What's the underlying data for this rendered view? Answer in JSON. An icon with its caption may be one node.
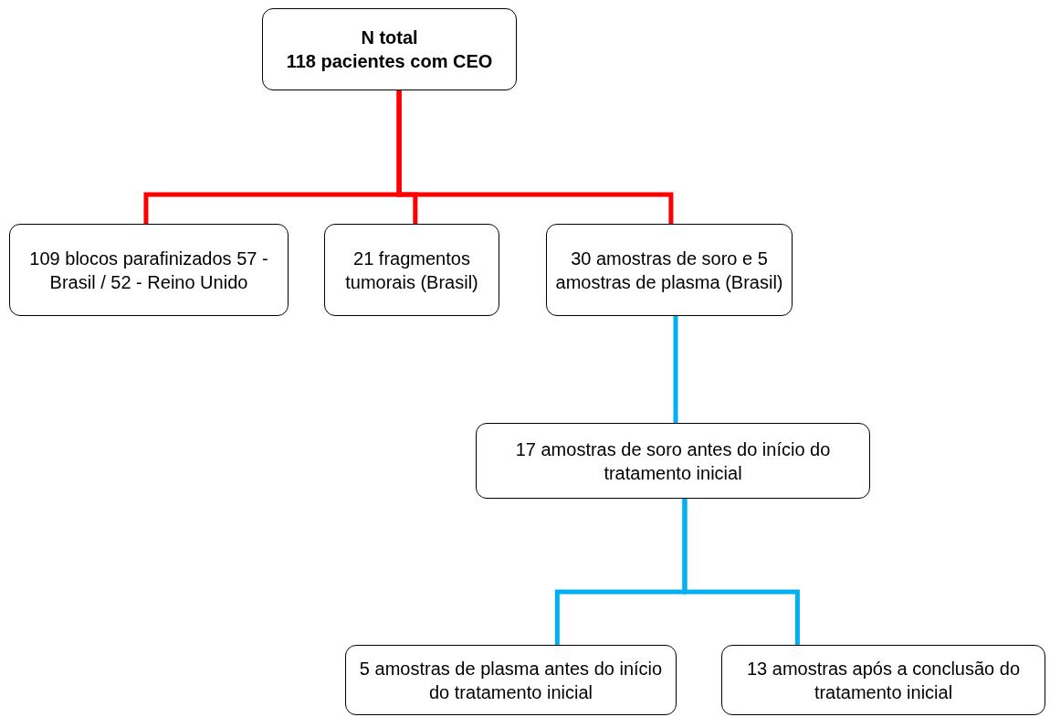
{
  "diagram": {
    "nodes": [
      {
        "text": [
          "N total",
          "118 pacientes com CEO"
        ]
      },
      {
        "text": [
          "109 blocos parafinizados 57 - Brasil / 52 - Reino Unido"
        ]
      },
      {
        "text": [
          "21 fragmentos tumorais (Brasil)"
        ]
      },
      {
        "text": [
          "30 amostras de soro e 5 amostras de plasma (Brasil)"
        ]
      },
      {
        "text": [
          "17 amostras de soro antes do início do tratamento inicial"
        ]
      },
      {
        "text": [
          "5 amostras de plasma antes do início do tratamento inicial"
        ]
      },
      {
        "text": [
          "13 amostras após a conclusão do tratamento inicial"
        ]
      }
    ],
    "edges": [
      {
        "from": 0,
        "to": 1,
        "arrow": "none",
        "color": "#ff0000"
      },
      {
        "from": 0,
        "to": 2,
        "arrow": "none",
        "color": "#ff0000"
      },
      {
        "from": 0,
        "to": 3,
        "arrow": "none",
        "color": "#ff0000"
      },
      {
        "from": 3,
        "to": 4,
        "arrow": "none",
        "color": "#00b0f0"
      },
      {
        "from": 4,
        "to": 5,
        "arrow": "none",
        "color": "#00b0f0"
      },
      {
        "from": 4,
        "to": 6,
        "arrow": "none",
        "color": "#00b0f0"
      }
    ]
  }
}
